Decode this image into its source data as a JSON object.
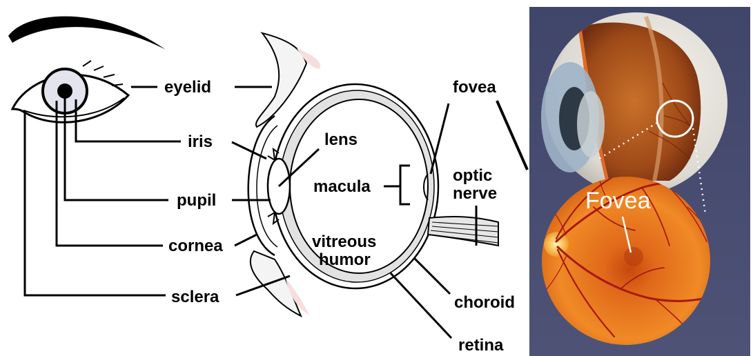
{
  "labels": {
    "eyelid": "eyelid",
    "iris": "iris",
    "pupil": "pupil",
    "cornea": "cornea",
    "sclera": "sclera",
    "lens": "lens",
    "macula": "macula",
    "vitreous_1": "vitreous",
    "vitreous_2": "humor",
    "fovea": "fovea",
    "optic_1": "optic",
    "optic_2": "nerve",
    "choroid": "choroid",
    "retina": "retina"
  },
  "inset": {
    "fovea_label": "Fovea"
  },
  "colors": {
    "panel_bg": "#4a4f72",
    "retina_orange": "#e8751a",
    "retina_dark": "#b8400c",
    "vessel": "#a8180c",
    "sclera_white": "#ececea",
    "outline": "#000000"
  }
}
